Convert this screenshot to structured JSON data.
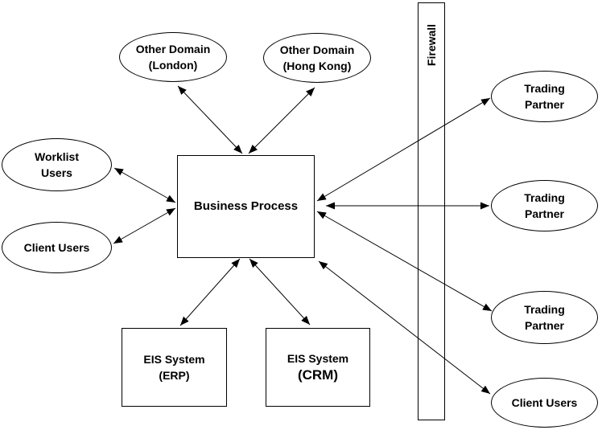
{
  "diagram": {
    "type": "architecture-diagram",
    "colors": {
      "background": "#ffffff",
      "node_fill": "#ffffff",
      "stroke": "#000000",
      "text": "#000000"
    }
  },
  "nodes": {
    "other_domain_london": {
      "shape": "ellipse",
      "lines": [
        "Other Domain",
        "(London)"
      ]
    },
    "other_domain_hong_kong": {
      "shape": "ellipse",
      "lines": [
        "Other Domain",
        "(Hong Kong)"
      ]
    },
    "worklist_users": {
      "shape": "ellipse",
      "lines": [
        "Worklist",
        "Users"
      ]
    },
    "client_users_left": {
      "shape": "ellipse",
      "lines": [
        "Client Users"
      ]
    },
    "business_process": {
      "shape": "rect",
      "lines": [
        "Business Process"
      ]
    },
    "eis_system_erp": {
      "shape": "rect",
      "lines": [
        "EIS System",
        "(ERP)"
      ]
    },
    "eis_system_crm": {
      "shape": "rect",
      "lines": [
        "EIS System",
        "(CRM)"
      ]
    },
    "firewall": {
      "shape": "rect",
      "lines": [
        "Firewall"
      ]
    },
    "trading_partner_1": {
      "shape": "ellipse",
      "lines": [
        "Trading",
        "Partner"
      ]
    },
    "trading_partner_2": {
      "shape": "ellipse",
      "lines": [
        "Trading",
        "Partner"
      ]
    },
    "trading_partner_3": {
      "shape": "ellipse",
      "lines": [
        "Trading",
        "Partner"
      ]
    },
    "client_users_right": {
      "shape": "ellipse",
      "lines": [
        "Client Users"
      ]
    }
  },
  "edges": [
    {
      "from": "other_domain_london",
      "to": "business_process",
      "direction": "both"
    },
    {
      "from": "other_domain_hong_kong",
      "to": "business_process",
      "direction": "both"
    },
    {
      "from": "worklist_users",
      "to": "business_process",
      "direction": "both"
    },
    {
      "from": "client_users_left",
      "to": "business_process",
      "direction": "both"
    },
    {
      "from": "business_process",
      "to": "eis_system_erp",
      "direction": "both"
    },
    {
      "from": "business_process",
      "to": "eis_system_crm",
      "direction": "both"
    },
    {
      "from": "business_process",
      "to": "trading_partner_1",
      "direction": "both"
    },
    {
      "from": "business_process",
      "to": "trading_partner_2",
      "direction": "both"
    },
    {
      "from": "business_process",
      "to": "trading_partner_3",
      "direction": "both"
    },
    {
      "from": "business_process",
      "to": "client_users_right",
      "direction": "both"
    }
  ]
}
